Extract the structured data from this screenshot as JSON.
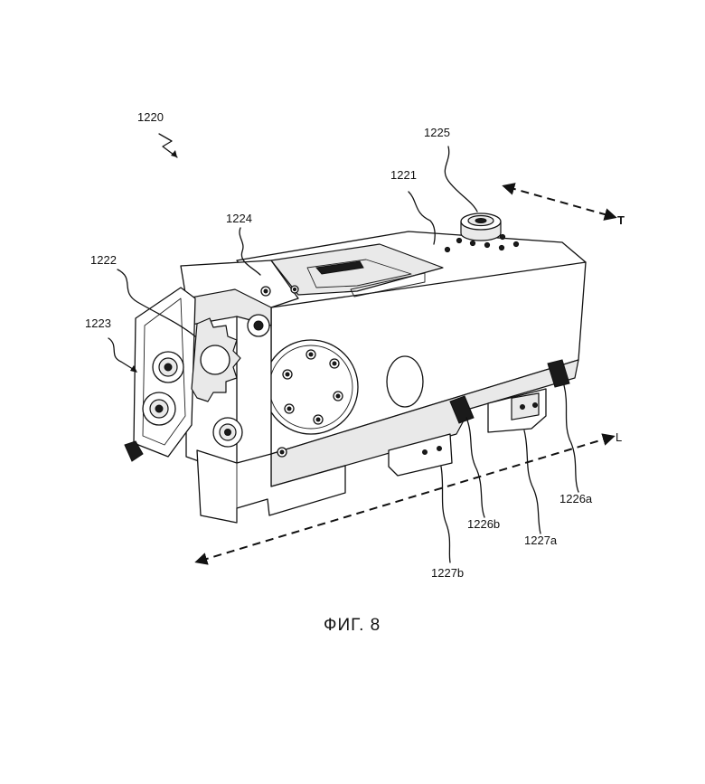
{
  "figure": {
    "caption": "ФИГ. 8",
    "reference_numerals": {
      "assembly": "1220",
      "housing": "1221",
      "gear": "1222",
      "side_frame": "1223",
      "top_component": "1224",
      "knob": "1225",
      "latch_a": "1226a",
      "latch_b": "1226b",
      "foot_a": "1227a",
      "foot_b": "1227b"
    },
    "axes": {
      "transverse": "T",
      "longitudinal": "L"
    }
  }
}
